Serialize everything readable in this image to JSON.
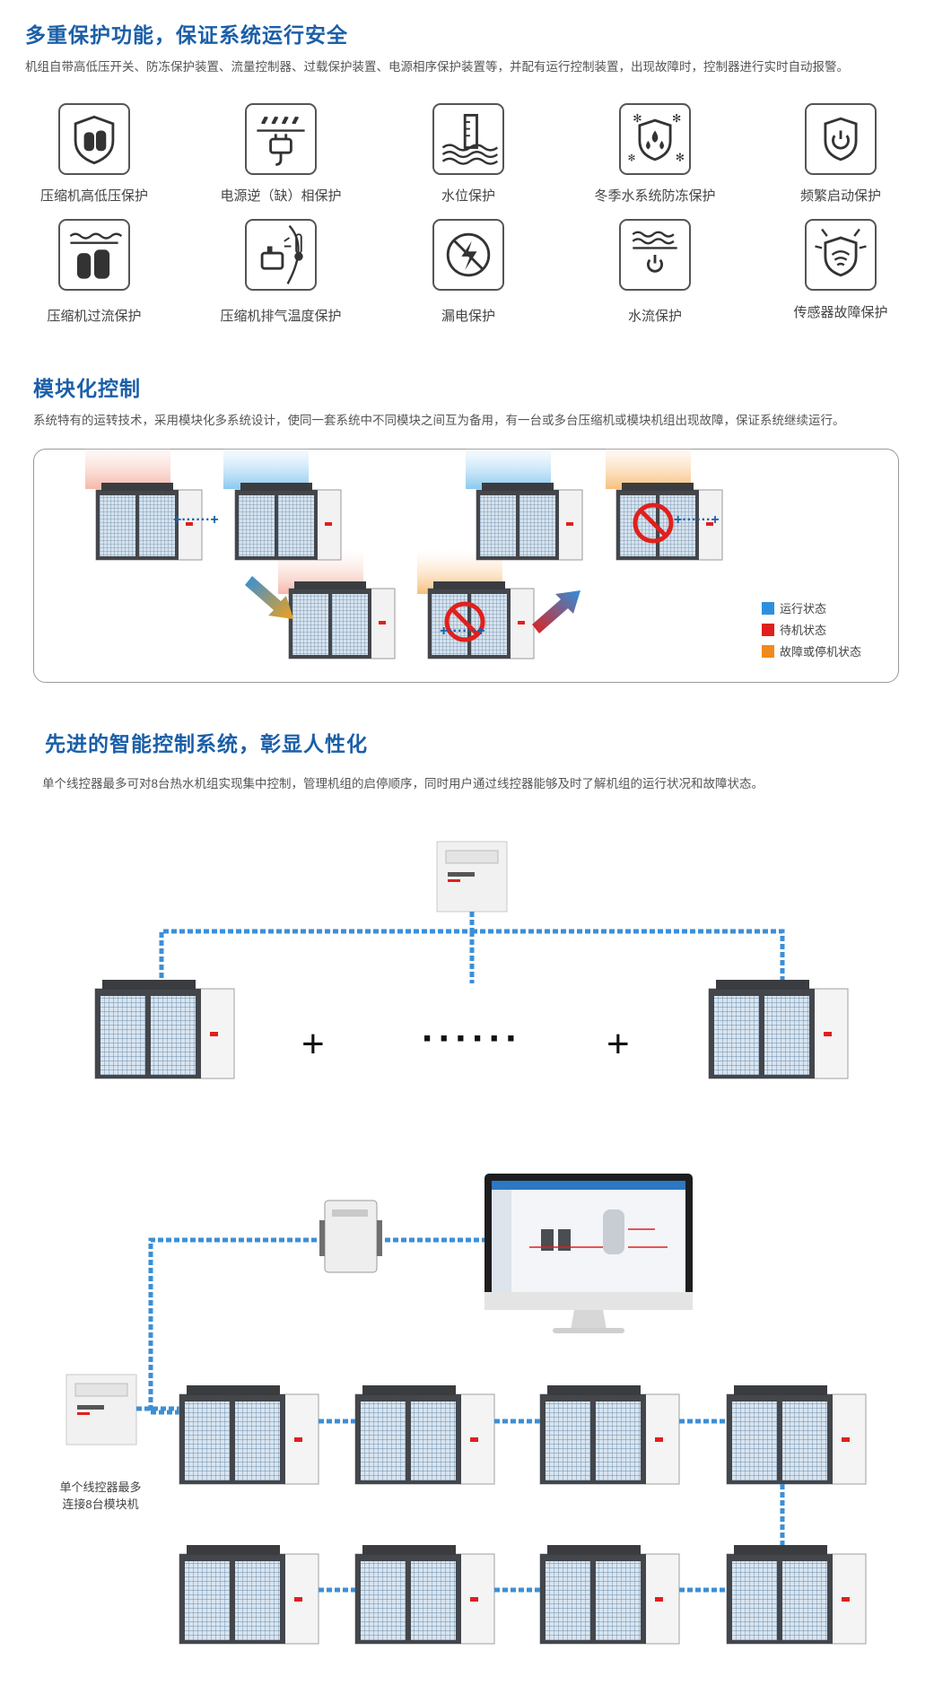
{
  "section1": {
    "title": "多重保护功能，保证系统运行安全",
    "description": "机组自带高低压开关、防冻保护装置、流量控制器、过载保护装置、电源相序保护装置等，并配有运行控制装置，出现故障时，控制器进行实时自动报警。",
    "protections": [
      {
        "label": "压缩机高低压保护",
        "icon": "compressor-pressure-icon"
      },
      {
        "label": "电源逆（缺）相保护",
        "icon": "power-plug-icon"
      },
      {
        "label": "水位保护",
        "icon": "water-level-icon"
      },
      {
        "label": "冬季水系统防冻保护",
        "icon": "antifreeze-icon"
      },
      {
        "label": "频繁启动保护",
        "icon": "power-button-icon"
      },
      {
        "label": "压缩机过流保护",
        "icon": "compressor-overcurrent-icon"
      },
      {
        "label": "压缩机排气温度保护",
        "icon": "exhaust-temperature-icon"
      },
      {
        "label": "漏电保护",
        "icon": "leakage-icon"
      },
      {
        "label": "水流保护",
        "icon": "water-flow-icon"
      },
      {
        "label": "传感器故障保护",
        "icon": "sensor-shield-icon"
      }
    ]
  },
  "section2": {
    "title": "模块化控制",
    "description": "系统特有的运转技术，采用模块化多系统设计，使同一套系统中不同模块之间互为备用，有一台或多台压缩机或模块机组出现故障，保证系统继续运行。",
    "legend": [
      {
        "label": "运行状态",
        "color": "#2f8fdc"
      },
      {
        "label": "待机状态",
        "color": "#e0201c"
      },
      {
        "label": "故障或停机状态",
        "color": "#f08a1c"
      }
    ],
    "connector": "+······+"
  },
  "section3": {
    "title": "先进的智能控制系统，彰显人性化",
    "description": "单个线控器最多可对8台热水机组实现集中控制，管理机组的启停顺序，同时用户通过线控器能够及时了解机组的运行状况和故障状态。",
    "plus": "+",
    "dots": "······",
    "controller_caption": [
      "单个线控器最多",
      "连接8台模块机"
    ]
  },
  "colors": {
    "heading": "#1b5fa8",
    "link_line": "#3d8fd6",
    "unit_body": "#4a4d52"
  }
}
